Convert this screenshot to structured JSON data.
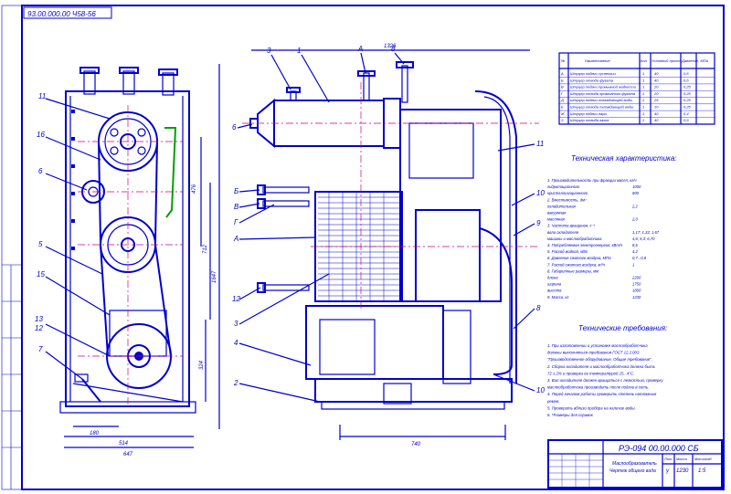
{
  "stamp_top": "93.00.000.00 Ч58-56",
  "callouts_left": [
    "11",
    "16",
    "6",
    "5",
    "15",
    "13",
    "12",
    "7"
  ],
  "callouts_mid": [
    "3",
    "1",
    "А",
    "8",
    "6",
    "Б",
    "В",
    "Г",
    "А",
    "12",
    "3",
    "4",
    "2"
  ],
  "callouts_right": [
    "11",
    "10",
    "9",
    "8",
    "10"
  ],
  "dims": {
    "top_width": "1326",
    "bottom_left_1": "180",
    "bottom_left_2": "514",
    "bottom_left_3": "647",
    "bottom_mid": "740",
    "vert_1": "476",
    "vert_2": "712",
    "vert_3": "1647",
    "vert_4": "324"
  },
  "spec_table": {
    "headers": [
      "№",
      "Наименование",
      "Кол",
      "Условный проход",
      "Давление, МПа"
    ],
    "rows": [
      [
        "А",
        "Штуцер подачи суспензии",
        "1",
        "40",
        "0,6"
      ],
      [
        "Б",
        "Штуцер отвода фугата",
        "1",
        "40",
        "0,6"
      ],
      [
        "В",
        "Штуцер подачи промывной жидкости",
        "1",
        "20",
        "0,25"
      ],
      [
        "Г",
        "Штуцер отвода промывного фугата",
        "1",
        "20",
        "0,25"
      ],
      [
        "Д",
        "Штуцер подачи охлаждающей воды",
        "1",
        "25",
        "0,25"
      ],
      [
        "Е",
        "Штуцер отвода охлаждающей воды",
        "1",
        "10",
        "0,25"
      ],
      [
        "Ж",
        "Штуцер подачи пара",
        "1",
        "40",
        "0,4"
      ],
      [
        "З",
        "Штуцер отвода газов",
        "1",
        "40",
        "0,6"
      ]
    ]
  },
  "tech_char": {
    "title": "Техническая характеристика:",
    "items": [
      "1. Производительность при фракции масел, кг/ч",
      "   гидратационного",
      "   кристаллизационного",
      "2. Вместимость, дм³",
      "   охладительная",
      "   вакуумная",
      "   масляная",
      "3. Частота вращения, с⁻¹",
      "   вала охладителя",
      "   машины и маслообработника",
      "4. Потребляемая электроэнергия, кВт/ч",
      "5. Расход жидкой, кВт",
      "6. Давление сжатого воздуха, МПа",
      "7. Расход сжатого воздуха, м³/ч",
      "8. Габаритные размеры, мм",
      "   длина",
      "   ширина",
      "   высота",
      "9. Масса, кг"
    ],
    "values": [
      "",
      "1000",
      "800",
      "",
      "2,2",
      "",
      "2,0",
      "",
      "1,17; 1,33; 1,67",
      "4,6; 5,3; 6,70",
      "8,6",
      "4,2",
      "0,7...0,8",
      "1",
      "",
      "2200",
      "1750",
      "1800",
      "1230"
    ]
  },
  "tech_req": {
    "title": "Технические требования:",
    "items": [
      "1. При изготовлении и установке маслообработчика",
      "   должны выполняться требования ГОСТ 12.2.003",
      "   \"Производственное оборудование. Общие требования\".",
      "2. Сборка охладителя и маслообработчика должна быть",
      "   72 ± 2% и проверка ее температурой 15...4°С.",
      "3. Вал охладителя должен вращаться с легкостью, проверку",
      "   маслообработчика производить после подачи в сеть.",
      "4. Перед началом работы проверить степень натяжения",
      "   ремня.",
      "5. Проверить вблизи прибора на наличие воды.",
      "6. *Размеры для справок"
    ]
  },
  "title_block": {
    "code": "РЭ-094 00.00.000 СБ",
    "name_line1": "Маслообразователь",
    "name_line2": "Чертеж общего вида",
    "mass": "1230",
    "scale": "1:5",
    "sheet_labels": [
      "Лит.",
      "Масса",
      "Масштаб"
    ],
    "stage": "у"
  },
  "colors": {
    "ink": "#0000cc",
    "center": "#d4007a",
    "belt": "#00a000",
    "paper": "#ffffff"
  }
}
